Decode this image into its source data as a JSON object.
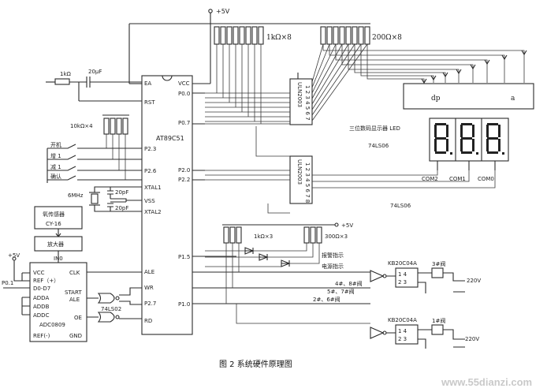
{
  "labels": {
    "vcc_top": "+5V",
    "res_1k_8": "1kΩ×8",
    "res_200_8": "200Ω×8",
    "res_1k_series": "1kΩ",
    "cap_20uf": "20μF",
    "res_10k_4": "10kΩ×4",
    "mcu": "AT89C51",
    "uln_top": "ULN2003",
    "uln_bottom": "ULN2003",
    "led_title": "三位数码显示器 LED",
    "ic_74ls06_a": "74LS06",
    "ic_74ls06_b": "74LS06",
    "dp": "dp",
    "seg_a": "a",
    "com2": "COM2",
    "com1": "COM1",
    "com0": "COM0",
    "sw_start": "开机",
    "sw_up": "增 1",
    "sw_down": "减 1",
    "sw_confirm": "确认",
    "crystal": "6MHz",
    "cap_20pf_a": "20pF",
    "cap_20pf_b": "20pF",
    "sensor": "氧传感器",
    "sensor_model": "CY-16",
    "amp": "放大器",
    "adc": "ADC0809",
    "vcc_left": "+5V",
    "in0": "IN0",
    "pin_vcc": "VCC",
    "pin_ref_p": "REF（+）",
    "pin_d0d7": "D0-D7",
    "pin_start": "START",
    "pin_clk": "CLK",
    "pin_adda": "ADDA",
    "pin_addb": "ADDB",
    "pin_addc": "ADDC",
    "pin_ale": "ALE",
    "pin_oe": "OE",
    "pin_ref_n": "REF(-)",
    "pin_gnd": "GND",
    "p0_left": "P0.1",
    "ic_74ls02": "74LS02",
    "mcu_ea": "EA",
    "mcu_rst": "RST",
    "mcu_p23": "P2.3",
    "mcu_p26": "P2.6",
    "mcu_xtal1": "XTAL1",
    "mcu_vss": "VSS",
    "mcu_xtal2": "XTAL2",
    "mcu_ale": "ALE",
    "mcu_wr": "WR",
    "mcu_p27": "P2.7",
    "mcu_rd": "RD",
    "mcu_vcc": "VCC",
    "mcu_p00": "P0.0",
    "mcu_p07": "P0.7",
    "mcu_p20": "P2.0",
    "mcu_p22": "P2.2",
    "mcu_p15": "P1.5",
    "mcu_p10": "P1.0",
    "vcc_mid": "+5V",
    "res_1k_3": "1kΩ×3",
    "res_300_3": "300Ω×3",
    "ind_alarm": "报警指示",
    "ind_power": "电源指示",
    "line_4": "4#、8#阀",
    "line_5": "5#、7#阀",
    "line_2": "2#、6#阀",
    "kb_a": "KB20C04A",
    "kb_b": "KB20C04A",
    "valve_3": "3#阀",
    "valve_1": "1#阀",
    "v220_a": "220V",
    "v220_b": "220V",
    "caption": "图 2   系统硬件原理图",
    "watermark": "www.55dianzi.com"
  }
}
